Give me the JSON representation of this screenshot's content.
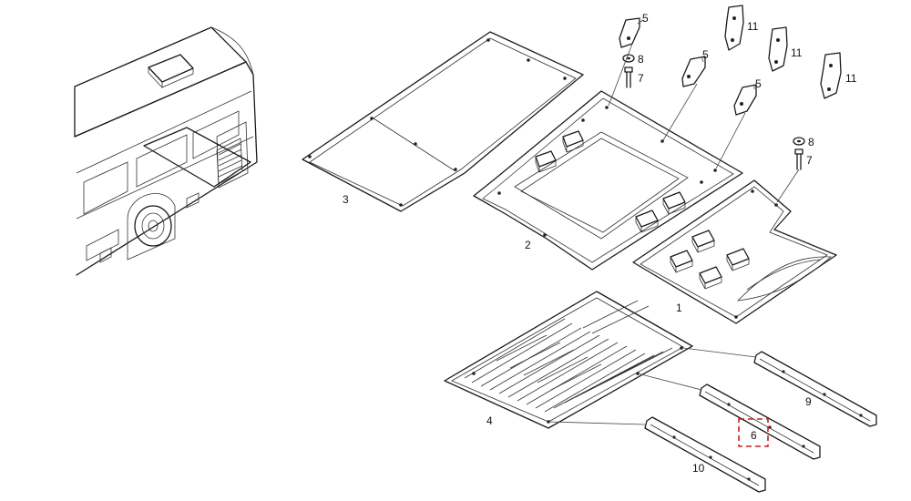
{
  "callouts": {
    "part_1": "1",
    "part_2": "2",
    "part_3": "3",
    "part_4": "4",
    "part_5a": "5",
    "part_5b": "5",
    "part_5c": "5",
    "part_6": "6",
    "part_7a": "7",
    "part_7b": "7",
    "part_8a": "8",
    "part_8b": "8",
    "part_9": "9",
    "part_10": "10",
    "part_11a": "11",
    "part_11b": "11",
    "part_11c": "11"
  },
  "highlight_color": "#c81e1e",
  "highlighted_part": "6"
}
